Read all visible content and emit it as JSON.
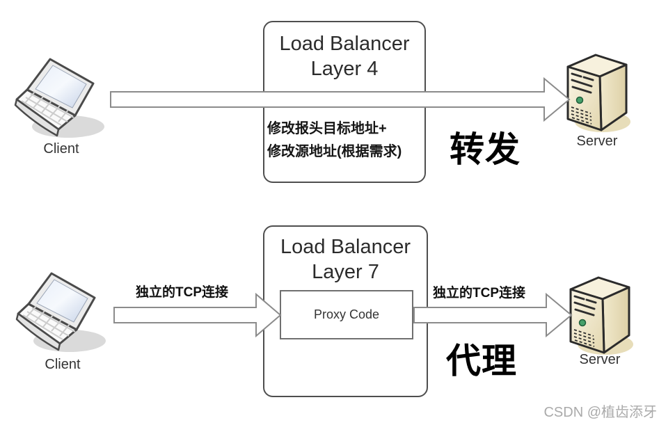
{
  "colors": {
    "box_border": "#4e4e4e",
    "arrow_outline": "#8b8b8b",
    "text_dark": "#151515",
    "watermark_gray": "#aaaaaa",
    "server_beige": "#ece1bd",
    "laptop_screen_blue": "#cfd9eb",
    "led_green": "#46a06a"
  },
  "icons": {
    "client_icon": "laptop",
    "server_icon": "server-tower",
    "arrow_icon": "right-block-arrow"
  },
  "top_diagram": {
    "client_label": "Client",
    "server_label": "Server",
    "box_title_line1": "Load Balancer",
    "box_title_line2": "Layer 4",
    "note_line1": "修改报头目标地址+",
    "note_line2": "修改源地址(根据需求)",
    "mode_label": "转发"
  },
  "bottom_diagram": {
    "client_label": "Client",
    "server_label": "Server",
    "box_title_line1": "Load Balancer",
    "box_title_line2": "Layer 7",
    "proxy_label": "Proxy Code",
    "left_arrow_label": "独立的TCP连接",
    "right_arrow_label": "独立的TCP连接",
    "mode_label": "代理"
  },
  "watermark": "CSDN @植齿添牙"
}
